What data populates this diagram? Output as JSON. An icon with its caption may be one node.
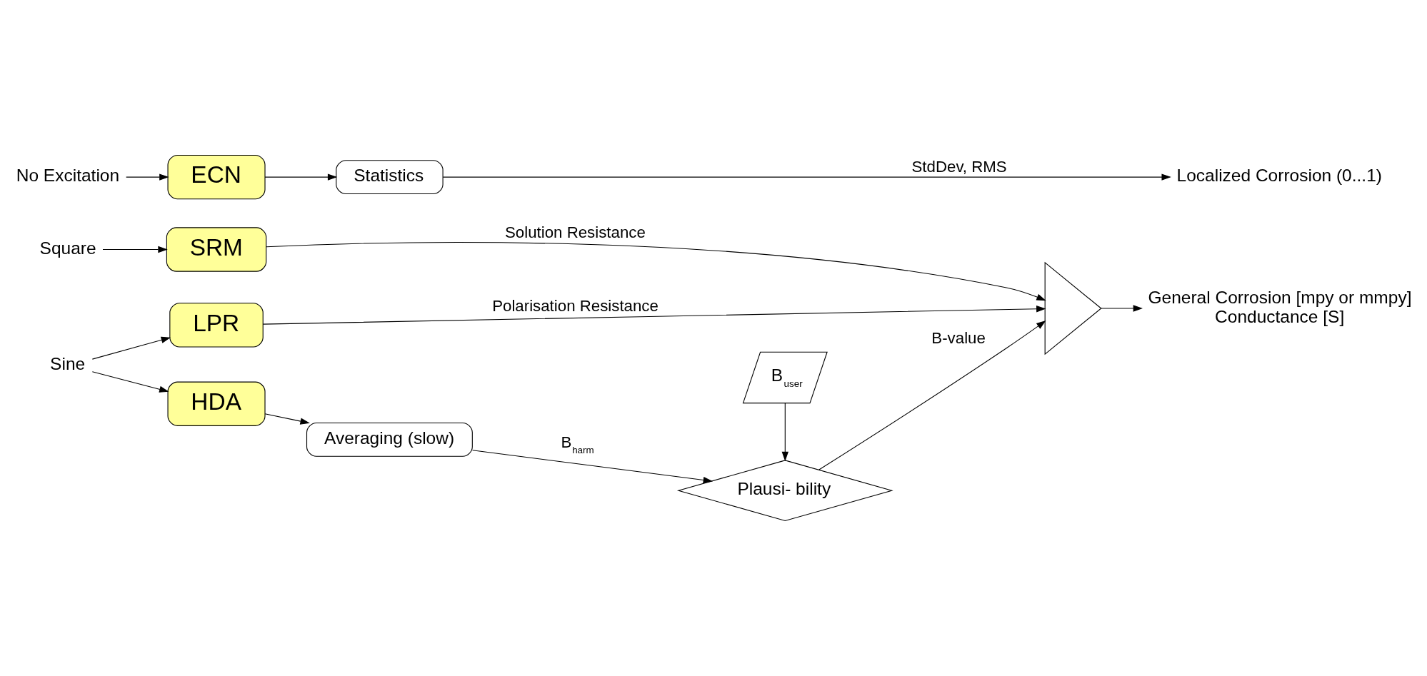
{
  "diagram": {
    "nodes": [
      {
        "text": [
          "Square"
        ]
      },
      {
        "text": [
          "SRM"
        ]
      },
      {
        "text": [
          "Sine"
        ]
      },
      {
        "text": [
          "LPR"
        ]
      },
      {
        "text": [],
        "shape": "triangle"
      },
      {
        "text": [
          "General Corrosion [mpy or mmpy]",
          "Conductance [S]"
        ]
      },
      {
        "text": [
          "HDA"
        ]
      },
      {
        "text": [
          "Averaging (slow)"
        ]
      },
      {
        "text": [
          "Plausi- bility"
        ]
      },
      {
        "text": [
          "B$_{user}$"
        ]
      },
      {
        "text": [
          "No Excitation"
        ]
      },
      {
        "text": [
          "ECN"
        ]
      },
      {
        "text": [
          "Statistics"
        ]
      },
      {
        "text": [
          "Localized Corrosion (0...1)"
        ]
      }
    ],
    "edges": [
      {
        "from": 0,
        "to": 1,
        "arrow": "to"
      },
      {
        "from": 1,
        "to": 4,
        "arrow": "to",
        "label": "Solution Resistance"
      },
      {
        "from": 2,
        "to": 3,
        "arrow": "to"
      },
      {
        "from": 2,
        "to": 6,
        "arrow": "to"
      },
      {
        "from": 3,
        "to": 4,
        "arrow": "to",
        "label": "Polarisation Resistance"
      },
      {
        "from": 4,
        "to": 5,
        "arrow": "to"
      },
      {
        "from": 6,
        "to": 7,
        "arrow": "to"
      },
      {
        "from": 7,
        "to": 8,
        "arrow": "to",
        "label": "B$_{harm}$"
      },
      {
        "from": 9,
        "to": 8,
        "arrow": "to"
      },
      {
        "from": 8,
        "to": 4,
        "arrow": "to",
        "label": "B-value"
      },
      {
        "from": 10,
        "to": 11,
        "arrow": "to"
      },
      {
        "from": 11,
        "to": 12,
        "arrow": "to"
      },
      {
        "from": 12,
        "to": 13,
        "arrow": "to",
        "label": "StdDev, RMS"
      }
    ]
  }
}
